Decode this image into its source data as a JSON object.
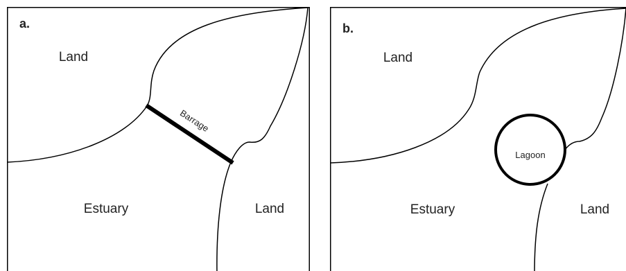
{
  "panels": [
    {
      "label": "a.",
      "regions": {
        "land_top": "Land",
        "estuary": "Estuary",
        "land_right": "Land"
      },
      "feature": {
        "type": "barrage",
        "label": "Barrage"
      }
    },
    {
      "label": "b.",
      "regions": {
        "land_top": "Land",
        "estuary": "Estuary",
        "land_right": "Land"
      },
      "feature": {
        "type": "lagoon",
        "label": "Lagoon"
      }
    }
  ],
  "colors": {
    "stroke": "#000000",
    "text": "#222222",
    "background": "#ffffff"
  }
}
